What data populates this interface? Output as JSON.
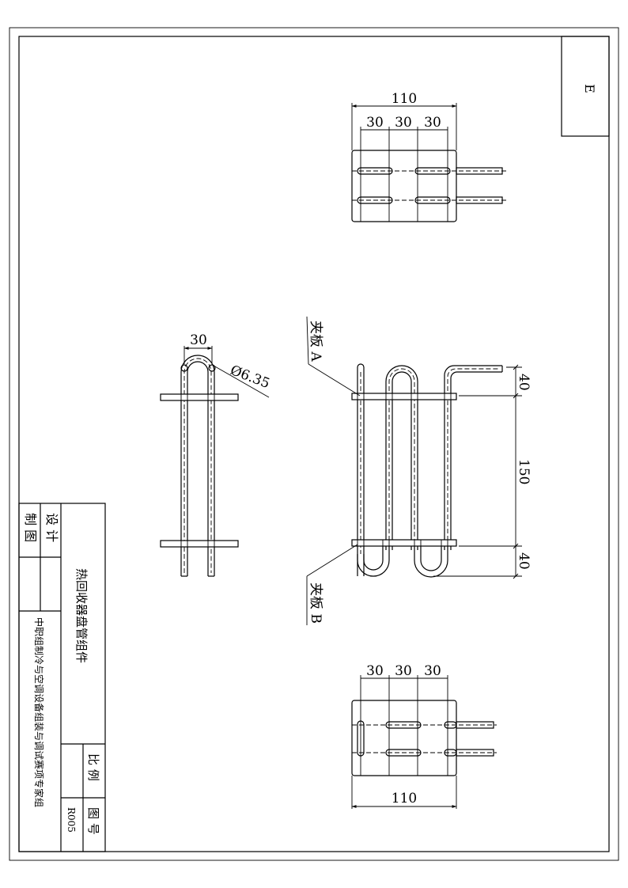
{
  "sheet": {
    "corner_letter": "E",
    "title_block": {
      "design_label": "设 计",
      "draw_label": "制 图",
      "part_name": "热回收器盘管组件",
      "organization": "中职组制冷与空调设备组装与调试赛项专家组",
      "scale_label": "比 例",
      "drawing_number_label": "图 号",
      "drawing_number": "R005"
    }
  },
  "top_view": {
    "overall_width": "110",
    "spacing_1": "30",
    "spacing_2": "30",
    "spacing_3": "30"
  },
  "side_view": {
    "spacing": "30",
    "diameter": "Ø6.35"
  },
  "front_view": {
    "plate_a_label": "夹板 A",
    "plate_b_label": "夹板 B",
    "dim_top": "40",
    "dim_middle": "150",
    "dim_bottom": "40"
  },
  "bottom_view": {
    "overall_width": "110",
    "spacing_1": "30",
    "spacing_2": "30",
    "spacing_3": "30"
  }
}
